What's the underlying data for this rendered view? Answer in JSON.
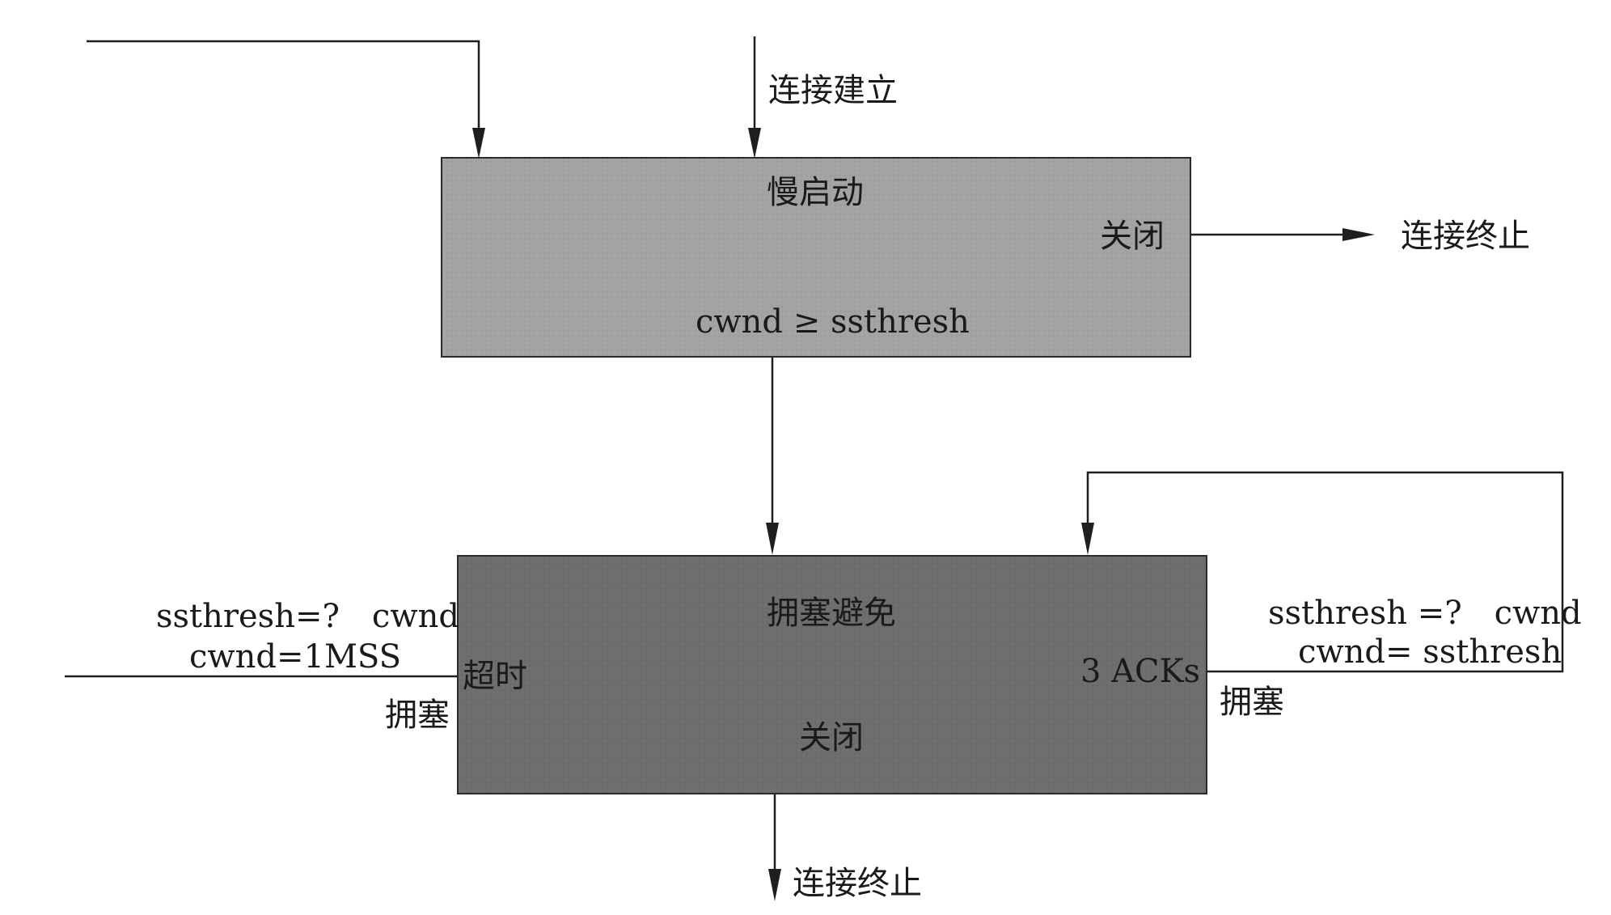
{
  "colors": {
    "slow_start_fill": "#a3a3a3",
    "congestion_avoid_fill": "#6e6e6e",
    "line": "#1f1f1f",
    "background": "#ffffff"
  },
  "labels": {
    "connection_established": "连接建立",
    "connection_terminated_right": "连接终止",
    "connection_terminated_bottom": "连接终止"
  },
  "slow_start": {
    "title": "慢启动",
    "close": "关闭",
    "transition": "cwnd ≥ ssthresh"
  },
  "congestion_avoidance": {
    "title": "拥塞避免",
    "timeout": "超时",
    "triple_ack": "3 ACKs",
    "close": "关闭"
  },
  "timeout_branch": {
    "line1": "ssthresh=?　cwnd",
    "line2": "cwnd=1MSS",
    "label": "拥塞"
  },
  "ack_branch": {
    "line1": "ssthresh =?　cwnd",
    "line2": "cwnd= ssthresh",
    "label": "拥塞"
  }
}
